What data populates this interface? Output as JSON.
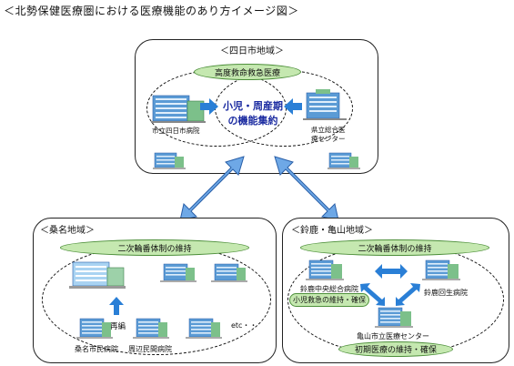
{
  "title": "＜北勢保健医療圏における医療機能のあり方イメージ図＞",
  "regions": {
    "yokkaichi": {
      "label": "＜四日市地域＞",
      "top_pill": "高度救命救急医療",
      "center_text_1": "小児・周産期",
      "center_text_2": "の機能集約",
      "left_hospital": "市立四日市病院",
      "right_hospital_1": "県立総合医",
      "right_hospital_2": "療センター"
    },
    "kuwana": {
      "label": "＜桑名地域＞",
      "top_pill": "二次輪番体制の維持",
      "merge_label": "再編",
      "etc_label": "etc・・",
      "hospital_1": "桑名市民病院",
      "hospital_2": "周辺民間病院"
    },
    "suzuka": {
      "label": "＜鈴鹿・亀山地域＞",
      "top_pill": "二次輪番体制の維持",
      "hospital_left": "鈴鹿中央総合病院",
      "pediatric_pill": "小児救急の維持・確保",
      "hospital_right": "鈴鹿回生病院",
      "hospital_bottom": "亀山市立医療センター",
      "bottom_pill": "初期医療の維持・確保"
    }
  },
  "colors": {
    "arrow_blue": "#6ea8e6",
    "arrow_outline": "#2a5fa8",
    "pill_green": "#c5e8b0",
    "building_blue": "#5b9bd5",
    "building_green": "#7cc08a",
    "center_text": "#1a2aa0"
  }
}
